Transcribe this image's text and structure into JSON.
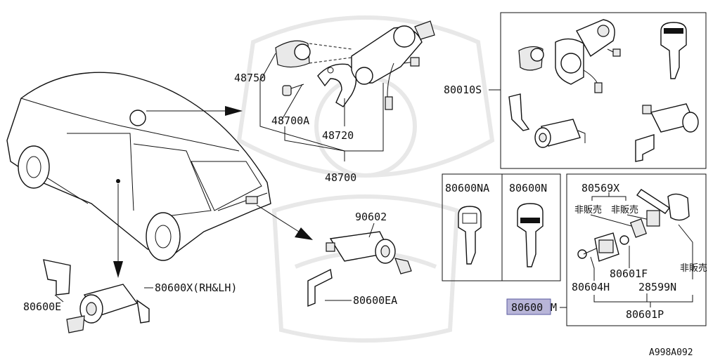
{
  "labels": {
    "p48750": "48750",
    "p48700a": "48700A",
    "p48720": "48720",
    "p48700": "48700",
    "p90602": "90602",
    "p80600ea": "80600EA",
    "p80600x": "80600X(RH&LH)",
    "p80600e": "80600E",
    "p80010s": "80010S",
    "p80600na": "80600NA",
    "p80600n": "80600N",
    "p80569x": "80569X",
    "not_sold": "非販売",
    "p80601f": "80601F",
    "p80604h": "80604H",
    "p28599n": "28599N",
    "p80601p": "80601P",
    "p80600m_num": "80600",
    "p80600m_suffix": "M"
  },
  "diagram_code": "A998A092",
  "colors": {
    "highlight": "#b8b5d8",
    "ink": "#111111"
  }
}
